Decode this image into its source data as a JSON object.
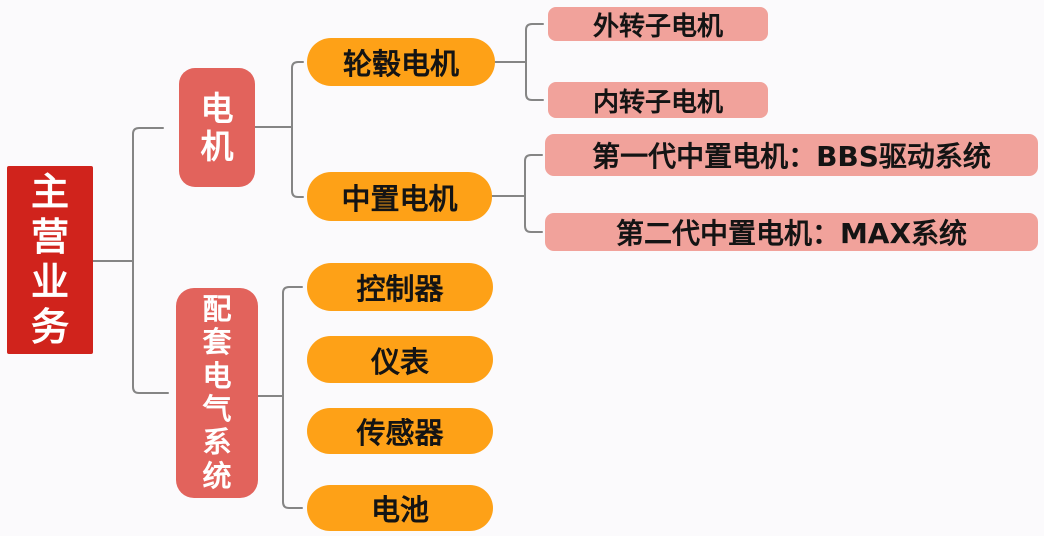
{
  "diagram_type": "mind-map",
  "colors": {
    "background": "#FBFAFC",
    "root_node": "#D0231C",
    "branch_node": "#E2635C",
    "level3_node": "#FEA117",
    "leaf_node": "#F1A29B",
    "connector": "#858585",
    "root_text": "#FFFFFF",
    "leaf_text": "#141414"
  },
  "tree": {
    "root": {
      "label": "主营业务",
      "children": [
        {
          "label": "电机",
          "children": [
            {
              "label": "轮毂电机",
              "children": [
                {
                  "label": "外转子电机"
                },
                {
                  "label": "内转子电机"
                }
              ]
            },
            {
              "label": "中置电机",
              "children": [
                {
                  "label": "第一代中置电机：BBS驱动系统"
                },
                {
                  "label": "第二代中置电机：MAX系统"
                }
              ]
            }
          ]
        },
        {
          "label": "配套电气系统",
          "children": [
            {
              "label": "控制器"
            },
            {
              "label": "仪表"
            },
            {
              "label": "传感器"
            },
            {
              "label": "电池"
            }
          ]
        }
      ]
    }
  }
}
